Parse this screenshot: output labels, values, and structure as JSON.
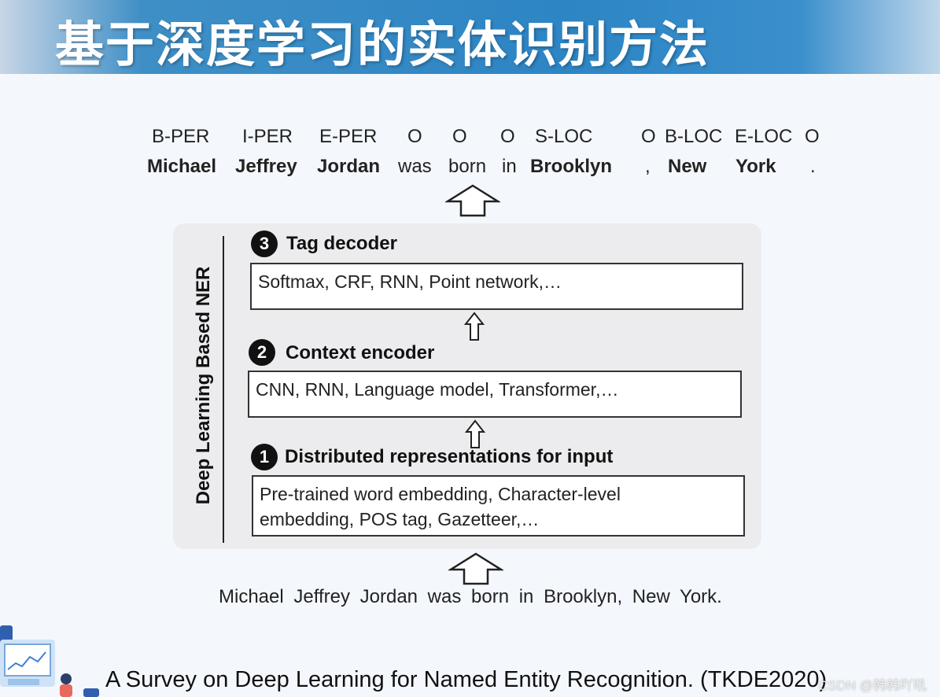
{
  "title": "基于深度学习的实体识别方法",
  "output_tags": [
    "B-PER",
    "I-PER",
    "E-PER",
    "O",
    "O",
    "O",
    "S-LOC",
    "O",
    "B-LOC",
    "E-LOC",
    "O"
  ],
  "output_tokens": [
    "Michael",
    "Jeffrey",
    "Jordan",
    "was",
    "born",
    "in",
    "Brooklyn",
    ",",
    "New",
    "York",
    "."
  ],
  "vertical_label": "Deep Learning Based NER",
  "sections": [
    {
      "number": "3",
      "title": "Tag decoder",
      "content": "Softmax, CRF, RNN, Point network,…"
    },
    {
      "number": "2",
      "title": "Context encoder",
      "content": "CNN, RNN, Language model, Transformer,…"
    },
    {
      "number": "1",
      "title": "Distributed representations for input",
      "content_line1": "Pre-trained word embedding, Character-level",
      "content_line2": "embedding, POS tag, Gazetteer,…"
    }
  ],
  "input_sentence": "Michael Jeffrey Jordan was born in Brooklyn, New York.",
  "citation": "A Survey on Deep Learning for Named Entity Recognition. (TKDE2020)",
  "watermark": "CSDN @韩韩吖吼"
}
